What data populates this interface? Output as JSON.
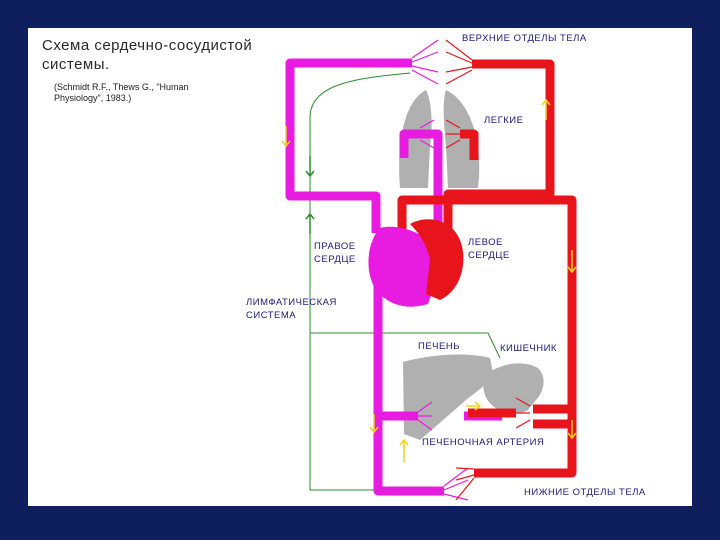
{
  "title": "Схема сердечно-сосудистой системы.",
  "citation": "(Schmidt R.F., Thews G., \"Human Physiology\", 1983.)",
  "labels": {
    "upper_body": "ВЕРХНИЕ ОТДЕЛЫ ТЕЛА",
    "lungs": "ЛЕГКИЕ",
    "right_heart": "ПРАВОЕ СЕРДЦЕ",
    "left_heart": "ЛЕВОЕ СЕРДЦЕ",
    "lymphatic": "ЛИМФАТИЧЕСКАЯ СИСТЕМА",
    "liver": "ПЕЧЕНЬ",
    "intestine": "КИШЕЧНИК",
    "hepatic_artery": "ПЕЧЕНОЧНАЯ АРТЕРИЯ",
    "lower_body": "НИЖНИЕ ОТДЕЛЫ ТЕЛА"
  },
  "colors": {
    "arterial": "#e8141c",
    "venous": "#e81ce0",
    "lymph": "#2e8b2e",
    "organ": "#b0b0b0",
    "flow_arrow": "#f2d21a",
    "label_text": "#1b1b7a"
  }
}
